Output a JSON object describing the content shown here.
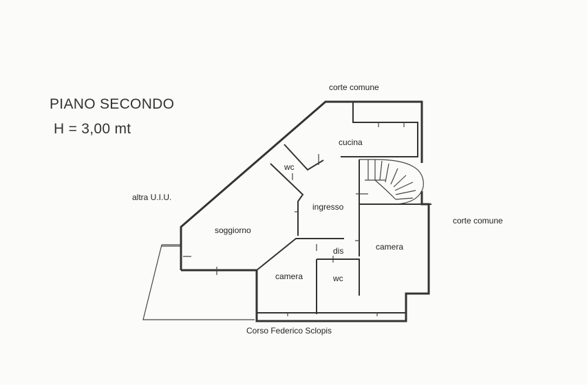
{
  "header": {
    "title": "PIANO SECONDO",
    "height": "H = 3,00 mt"
  },
  "labels": {
    "corte_top": "corte comune",
    "corte_right": "corte comune",
    "altra": "altra U.I.U.",
    "street": "Corso Federico Sclopis"
  },
  "rooms": {
    "cucina": "cucina",
    "wc1": "wc",
    "ingresso": "ingresso",
    "soggiorno": "soggiorno",
    "dis": "dis",
    "camera1": "camera",
    "camera2": "camera",
    "wc2": "wc"
  }
}
